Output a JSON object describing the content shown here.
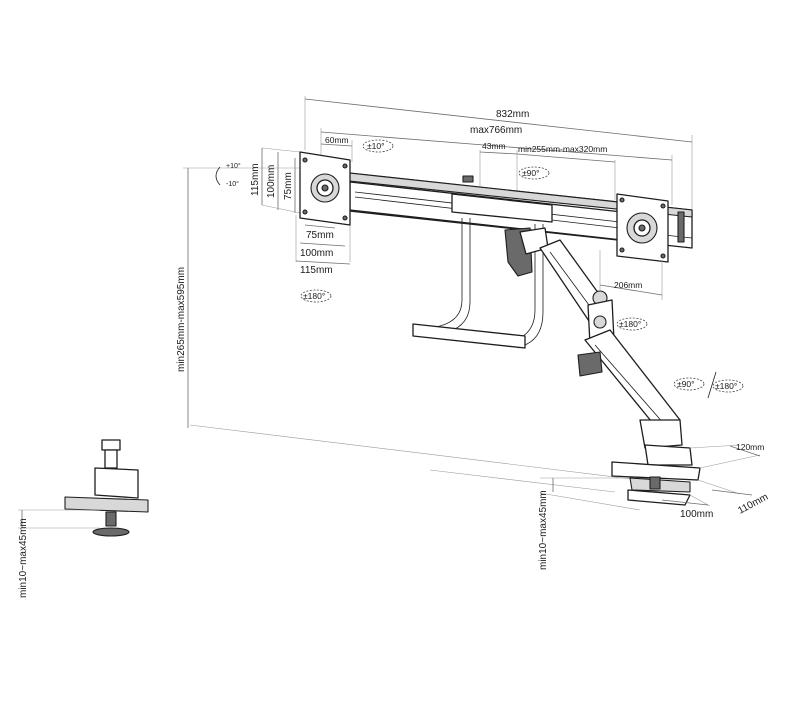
{
  "dimensions": {
    "overall_width": "832mm",
    "max_width": "max766mm",
    "offset_60": "60mm",
    "offset_43": "43mm",
    "arm_range": "min255mm-max320mm",
    "vesa_h_115": "115mm",
    "vesa_h_100": "100mm",
    "vesa_h_75": "75mm",
    "vesa_w_75": "75mm",
    "vesa_w_100": "100mm",
    "vesa_w_115": "115mm",
    "height_range": "min265mm-max595mm",
    "upper_arm": "206mm",
    "base_depth": "120mm",
    "base_width_100": "100mm",
    "base_width_110": "110mm",
    "clamp_range": "min10~max45mm",
    "clamp_range_side": "min10~max45mm"
  },
  "rotations": {
    "tilt_up": "+10°",
    "tilt_down": "-10°",
    "tilt": "±10°",
    "pan_top": "±90°",
    "rotate_plate": "±180°",
    "rotate_arm": "±180°",
    "swivel": "±90°",
    "swivel_base": "±180°"
  }
}
